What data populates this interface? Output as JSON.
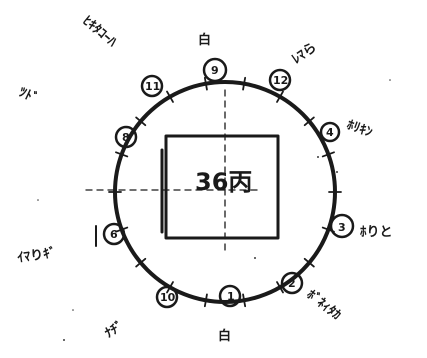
{
  "diagram": {
    "center_text": "36丙",
    "labels": [
      {
        "id": "top",
        "num": "9",
        "text": "白"
      },
      {
        "id": "ul",
        "num": "11",
        "text": "ﾋｷﾀｺｰﾊ"
      },
      {
        "id": "ur",
        "num": "12",
        "text": "ﾚﾏら"
      },
      {
        "id": "r1",
        "num": "4",
        "text": "ﾎﾘｷﾝ"
      },
      {
        "id": "r2",
        "num": "3",
        "text": "ﾎりと"
      },
      {
        "id": "r3",
        "num": "2",
        "text": "ﾎﾞﾈｨﾀｶ"
      },
      {
        "id": "bottom",
        "num": "1",
        "text": "白"
      },
      {
        "id": "bl",
        "num": "10",
        "text": "ﾅﾁﾞ"
      },
      {
        "id": "l1",
        "num": "6",
        "text": "ｲﾏりｷﾞ"
      },
      {
        "id": "l2",
        "num": "8",
        "text": "ﾂﾄﾞ"
      }
    ]
  }
}
